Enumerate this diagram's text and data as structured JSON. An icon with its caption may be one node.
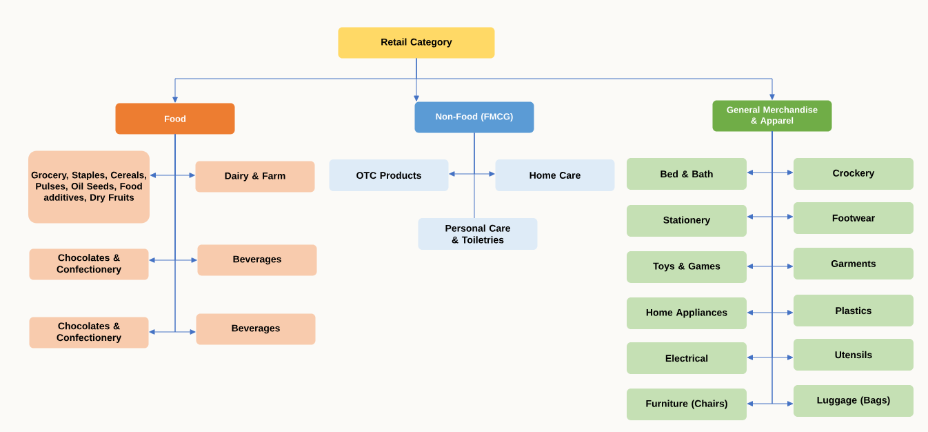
{
  "diagram": {
    "nodes": [
      {
        "text": [
          "Retail Category"
        ]
      },
      {
        "text": [
          "Food"
        ]
      },
      {
        "text": [
          "Non-Food (FMCG)"
        ]
      },
      {
        "text": [
          "General Merchandise & Apparel"
        ]
      },
      {
        "text": [
          "Grocery, Staples, Cereals, Pulses, Oil Seeds, Food additives, Dry Fruits"
        ]
      },
      {
        "text": [
          "Dairy & Farm"
        ]
      },
      {
        "text": [
          "Chocolates & Confectionery"
        ]
      },
      {
        "text": [
          "Beverages"
        ]
      },
      {
        "text": [
          "Chocolates & Confectionery"
        ]
      },
      {
        "text": [
          "Beverages"
        ]
      },
      {
        "text": [
          "OTC Products"
        ]
      },
      {
        "text": [
          "Home Care"
        ]
      },
      {
        "text": [
          "Personal Care & Toiletries"
        ]
      },
      {
        "text": [
          "Bed & Bath"
        ]
      },
      {
        "text": [
          "Crockery"
        ]
      },
      {
        "text": [
          "Stationery"
        ]
      },
      {
        "text": [
          "Footwear"
        ]
      },
      {
        "text": [
          "Toys & Games"
        ]
      },
      {
        "text": [
          "Garments"
        ]
      },
      {
        "text": [
          "Home Appliances"
        ]
      },
      {
        "text": [
          "Plastics"
        ]
      },
      {
        "text": [
          "Electrical"
        ]
      },
      {
        "text": [
          "Utensils"
        ]
      },
      {
        "text": [
          "Furniture (Chairs)"
        ]
      },
      {
        "text": [
          "Luggage (Bags)"
        ]
      }
    ],
    "edges": [
      {
        "from": 0,
        "to": 1,
        "arrow": "to"
      },
      {
        "from": 0,
        "to": 2,
        "arrow": "to"
      },
      {
        "from": 0,
        "to": 3,
        "arrow": "to"
      },
      {
        "from": 1,
        "to": 4,
        "arrow": "to"
      },
      {
        "from": 1,
        "to": 5,
        "arrow": "to"
      },
      {
        "from": 1,
        "to": 6,
        "arrow": "to"
      },
      {
        "from": 1,
        "to": 7,
        "arrow": "to"
      },
      {
        "from": 1,
        "to": 8,
        "arrow": "to"
      },
      {
        "from": 1,
        "to": 9,
        "arrow": "to"
      },
      {
        "from": 2,
        "to": 10,
        "arrow": "to"
      },
      {
        "from": 2,
        "to": 11,
        "arrow": "to"
      },
      {
        "from": 2,
        "to": 12,
        "arrow": "none"
      },
      {
        "from": 3,
        "to": 13,
        "arrow": "to"
      },
      {
        "from": 3,
        "to": 14,
        "arrow": "to"
      },
      {
        "from": 3,
        "to": 15,
        "arrow": "to"
      },
      {
        "from": 3,
        "to": 16,
        "arrow": "to"
      },
      {
        "from": 3,
        "to": 17,
        "arrow": "to"
      },
      {
        "from": 3,
        "to": 18,
        "arrow": "to"
      },
      {
        "from": 3,
        "to": 19,
        "arrow": "to"
      },
      {
        "from": 3,
        "to": 20,
        "arrow": "to"
      },
      {
        "from": 3,
        "to": 21,
        "arrow": "to"
      },
      {
        "from": 3,
        "to": 22,
        "arrow": "to"
      },
      {
        "from": 3,
        "to": 23,
        "arrow": "to"
      },
      {
        "from": 3,
        "to": 24,
        "arrow": "to"
      }
    ]
  }
}
